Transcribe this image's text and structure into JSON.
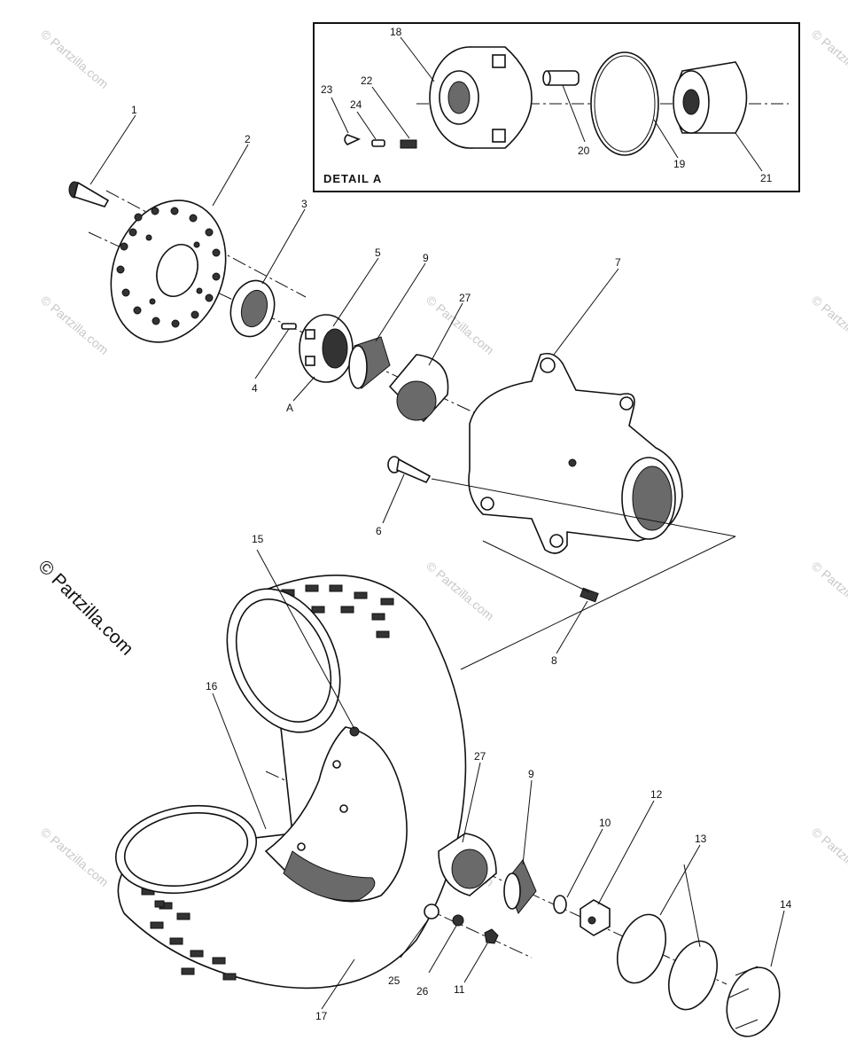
{
  "detail": {
    "title": "DETAIL A",
    "labels": {
      "p18": "18",
      "p19": "19",
      "p20": "20",
      "p21": "21",
      "p22": "22",
      "p23": "23",
      "p24": "24"
    }
  },
  "labels": {
    "p1": "1",
    "p2": "2",
    "p3": "3",
    "p4": "4",
    "p5": "5",
    "pA": "A",
    "p6": "6",
    "p7": "7",
    "p8": "8",
    "p9a": "9",
    "p27a": "27",
    "p15": "15",
    "p16": "16",
    "p17": "17",
    "p27b": "27",
    "p9b": "9",
    "p10": "10",
    "p12": "12",
    "p13": "13",
    "p14": "14",
    "p25": "25",
    "p26": "26",
    "p11": "11"
  },
  "watermark": "© Partzilla.com",
  "copyright": "© Partzilla.com"
}
